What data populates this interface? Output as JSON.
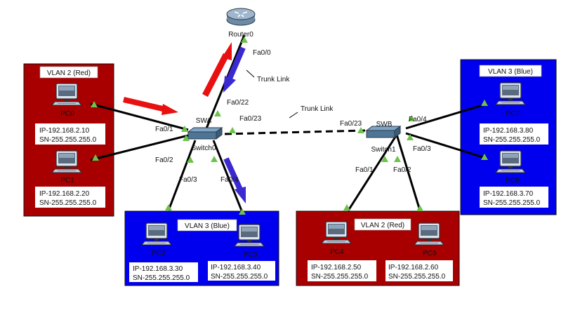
{
  "router": {
    "name": "Router0",
    "port": "Fa0/0"
  },
  "switches": {
    "swa": {
      "label": "SWA",
      "name": "Switch0"
    },
    "swb": {
      "label": "SWB",
      "name": "Switch1"
    }
  },
  "links": {
    "trunk1": "Trunk Link",
    "trunk2": "Trunk Link"
  },
  "ports": {
    "swa_fa022": "Fa0/22",
    "swa_fa023": "Fa0/23",
    "swa_fa01": "Fa0/1",
    "swa_fa02": "Fa0/2",
    "swa_fa03": "Fa0/3",
    "swa_fa04": "Fa0/4",
    "swb_fa023": "Fa0/23",
    "swb_fa04": "Fa0/4",
    "swb_fa03": "Fa0/3",
    "swb_fa01": "Fa0/1",
    "swb_fa02": "Fa0/2"
  },
  "vlans": {
    "left": {
      "title": "VLAN 2 (Red)"
    },
    "right": {
      "title": "VLAN 3 (Blue)"
    },
    "bottom_left": {
      "title": "VLAN 3 (Blue)"
    },
    "bottom_right": {
      "title": "VLAN 2 (Red)"
    }
  },
  "pcs": {
    "pc0": {
      "name": "PC0",
      "ip": "IP-192.168.2.10",
      "sn": "SN-255.255.255.0"
    },
    "pc1": {
      "name": "PC1",
      "ip": "IP-192.168.2.20",
      "sn": "SN-255.255.255.0"
    },
    "pc2": {
      "name": "PC2",
      "ip": "IP-192.168.3.30",
      "sn": "SN-255.255.255.0"
    },
    "pc3": {
      "name": "PC3",
      "ip": "IP-192.168.3.40",
      "sn": "SN-255.255.255.0"
    },
    "pc4": {
      "name": "PC4",
      "ip": "IP-192.168.2.50",
      "sn": "SN-255.255.255.0"
    },
    "pc5": {
      "name": "PC5",
      "ip": "IP-192.168.2.60",
      "sn": "SN-255.255.255.0"
    },
    "pc7": {
      "name": "PC7",
      "ip": "IP-192.168.3.80",
      "sn": "SN-255.255.255.0"
    },
    "pc8": {
      "name": "PC8",
      "ip": "IP-192.168.3.70",
      "sn": "SN-255.255.255.0"
    }
  },
  "colors": {
    "red": "#a80000",
    "blue": "#0000ee",
    "arrow_red": "#e81010",
    "arrow_blue": "#3a2ad0",
    "port_green": "#6cc24a"
  }
}
